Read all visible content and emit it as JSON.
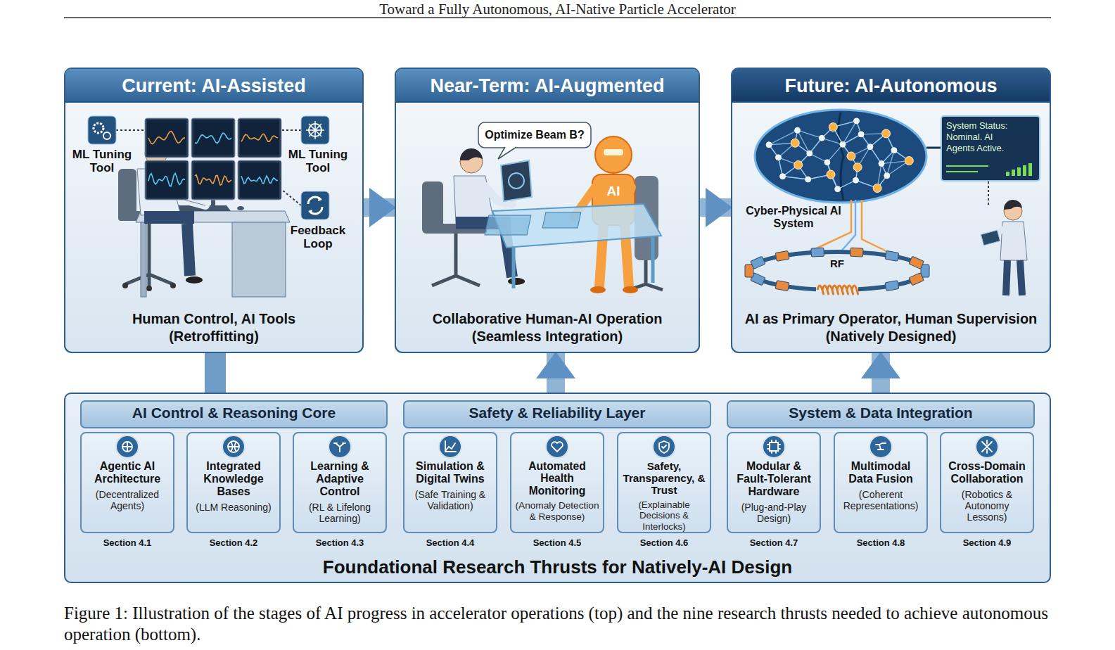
{
  "diagram": {
    "caption": "Figure 1: Illustration of the stages of AI progress in accelerator operations (top) and the nine research thrusts needed to achieve autonomous operation (bottom).",
    "nodes": [
      {
        "text": [
          "Current: AI-Assisted",
          "Human Control, AI Tools (Retroffitting)"
        ]
      },
      {
        "text": [
          "Near-Term: AI-Augmented",
          "Collaborative Human-AI Operation (Seamless Integration)"
        ]
      },
      {
        "text": [
          "Future: AI-Autonomous",
          "AI as Primary Operator, Human Supervision (Natively Designed)"
        ]
      },
      {
        "text": [
          "Foundational Research Thrusts for Natively-AI Design"
        ]
      },
      {
        "text": [
          "AI Control & Reasoning Core"
        ],
        "in": 3
      },
      {
        "text": [
          "Safety & Reliability Layer"
        ],
        "in": 3
      },
      {
        "text": [
          "System & Data Integration"
        ],
        "in": 3
      },
      {
        "text": [
          "Agentic AI Architecture",
          "(Decentralized Agents)"
        ],
        "in": 3
      },
      {
        "text": [
          "Integrated Knowledge Bases",
          "(LLM Reasoning)"
        ],
        "in": 3
      },
      {
        "text": [
          "Learning & Adaptive Control",
          "(RL & Lifelong Learning)"
        ],
        "in": 3
      },
      {
        "text": [
          "Simulation & Digital Twins",
          "(Safe Training & Validation)"
        ],
        "in": 3
      },
      {
        "text": [
          "Automated Health Monitoring",
          "(Anomaly Detection & Response)"
        ],
        "in": 3
      },
      {
        "text": [
          "Safety, Transparency, & Trust",
          "(Explainable Decisions & Interlocks)"
        ],
        "in": 3
      },
      {
        "text": [
          "Modular & Fault-Tolerant Hardware",
          "(Plug-and-Play Design)"
        ],
        "in": 3
      },
      {
        "text": [
          "Multimodal Data Fusion",
          "(Coherent Representations)"
        ],
        "in": 3
      },
      {
        "text": [
          "Cross-Domain Collaboration",
          "(Robotics & Autonomy Lessons)"
        ],
        "in": 3
      }
    ],
    "edges": [
      {
        "from": 0,
        "to": 1,
        "arrow": "to"
      },
      {
        "from": 1,
        "to": 2,
        "arrow": "to"
      },
      {
        "from": 3,
        "to": 0,
        "arrow": "none"
      },
      {
        "from": 3,
        "to": 1,
        "arrow": "to"
      },
      {
        "from": 3,
        "to": 2,
        "arrow": "to"
      }
    ],
    "labels": [
      "Toward a Fully Autonomous, AI-Native Particle Accelerator",
      "ML Tuning Tool",
      "ML Tuning Tool",
      "Feedback Loop",
      "Optimize Beam B?",
      "AI",
      "Cyber-Physical AI System",
      "RF",
      "System Status: Nominal. AI Agents Active.",
      "Section 4.1",
      "Section 4.2",
      "Section 4.3",
      "Section 4.4",
      "Section 4.5",
      "Section 4.6",
      "Section 4.7",
      "Section 4.8",
      "Section 4.9"
    ]
  }
}
